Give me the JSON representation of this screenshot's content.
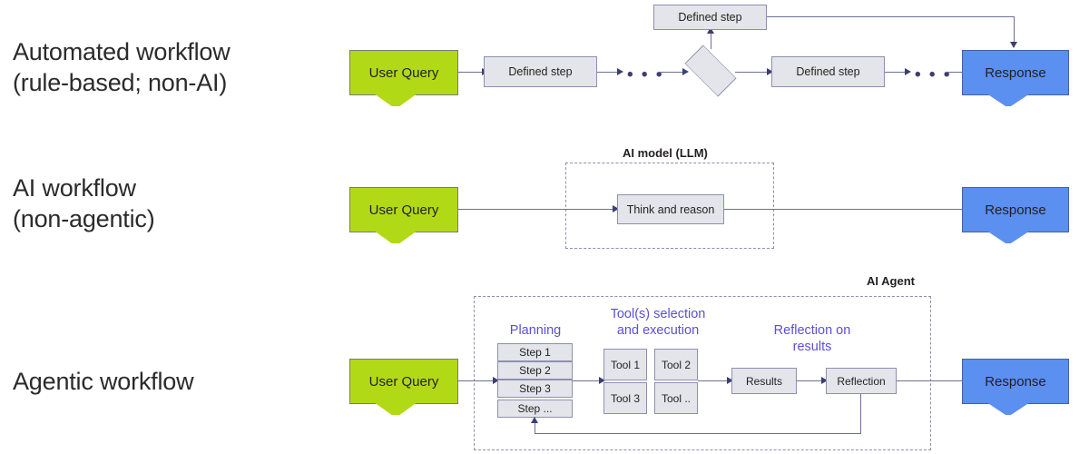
{
  "rows": [
    {
      "id": "automated-workflow",
      "label": "Automated workflow\n(rule-based; non-AI)",
      "start": "User Query",
      "end": "Response",
      "steps": [
        "Defined step",
        "Defined step",
        "Defined step"
      ],
      "ellipsis": "• • •",
      "decision_shape": "diamond"
    },
    {
      "id": "ai-workflow",
      "label": "AI workflow\n(non-agentic)",
      "start": "User Query",
      "end": "Response",
      "container_title": "AI model (LLM)",
      "inner_box": "Think and reason"
    },
    {
      "id": "agentic-workflow",
      "label": "Agentic workflow",
      "start": "User Query",
      "end": "Response",
      "container_title": "AI Agent",
      "captions": {
        "planning": "Planning",
        "tools": "Tool(s) selection\nand execution",
        "reflection": "Reflection on\nresults"
      },
      "steps": [
        "Step 1",
        "Step 2",
        "Step 3",
        "Step ..."
      ],
      "tools": [
        "Tool 1",
        "Tool 2",
        "Tool 3",
        "Tool .."
      ],
      "results": "Results",
      "reflection": "Reflection"
    }
  ],
  "colors": {
    "query_green": "#b2d916",
    "response_blue": "#5b8ff0",
    "box_grey": "#e3e5ea",
    "box_border": "#8e8fb0",
    "connector": "#6d6f93",
    "caption_purple": "#5b4fd6",
    "text": "#231f20",
    "background": "#ffffff"
  }
}
